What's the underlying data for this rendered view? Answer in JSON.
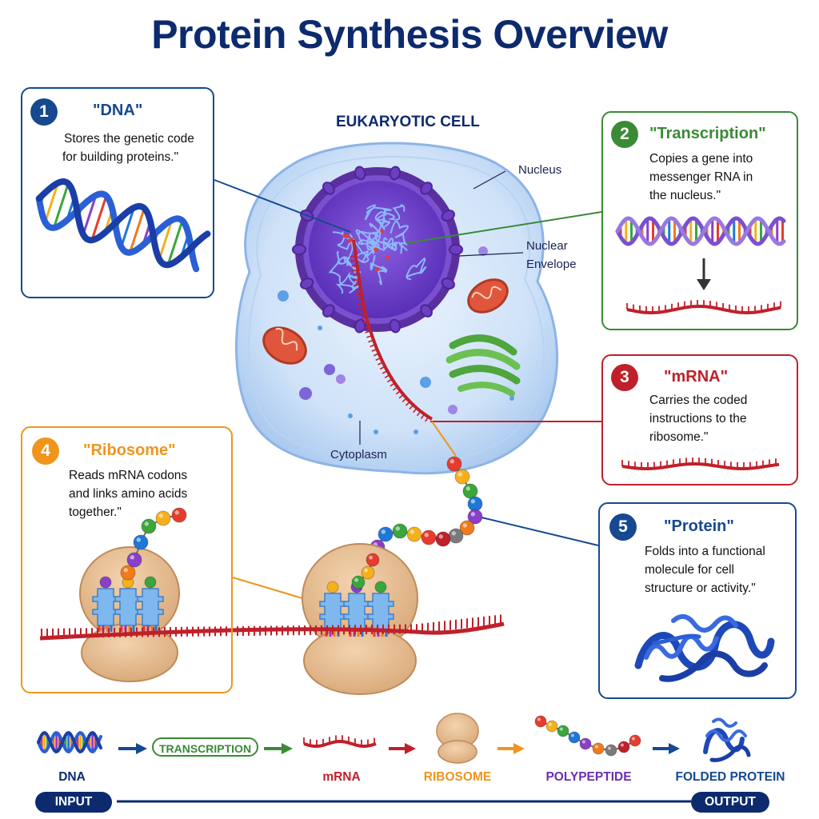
{
  "title": "Protein Synthesis Overview",
  "cell_label": "EUKARYOTIC CELL",
  "labels": {
    "nucleus": "Nucleus",
    "nuclear_envelope_1": "Nuclear",
    "nuclear_envelope_2": "Envelope",
    "cytoplasm": "Cytoplasm"
  },
  "cards": [
    {
      "number": "1",
      "title": "\"DNA\"",
      "desc": [
        "Stores the genetic code",
        "for building proteins.\""
      ],
      "color": "#16498f"
    },
    {
      "number": "2",
      "title": "\"Transcription\"",
      "desc": [
        "Copies a gene into",
        "messenger RNA in",
        "the nucleus.\""
      ],
      "color": "#3a8a36"
    },
    {
      "number": "3",
      "title": "\"mRNA\"",
      "desc": [
        "Carries the coded",
        "instructions to the",
        "ribosome.\""
      ],
      "color": "#c0202a"
    },
    {
      "number": "4",
      "title": "\"Ribosome\"",
      "desc": [
        "Reads mRNA codons",
        "and links amino acids",
        "together.\""
      ],
      "color": "#f0951c"
    },
    {
      "number": "5",
      "title": "\"Protein\"",
      "desc": [
        "Folds into a functional",
        "molecule for cell",
        "structure or activity.\""
      ],
      "color": "#16498f"
    }
  ],
  "flow": {
    "transcription_pill": "TRANSCRIPTION",
    "dna": "DNA",
    "mrna": "mRNA",
    "ribosome": "RIBOSOME",
    "polypeptide": "POLYPEPTIDE",
    "folded_protein": "FOLDED PROTEIN",
    "input": "INPUT",
    "output": "OUTPUT"
  },
  "colors": {
    "navy": "#0d2a6e",
    "blue": "#16498f",
    "green": "#3a8a36",
    "red": "#c0202a",
    "orange": "#f0951c",
    "purple": "#6a2fb0"
  }
}
